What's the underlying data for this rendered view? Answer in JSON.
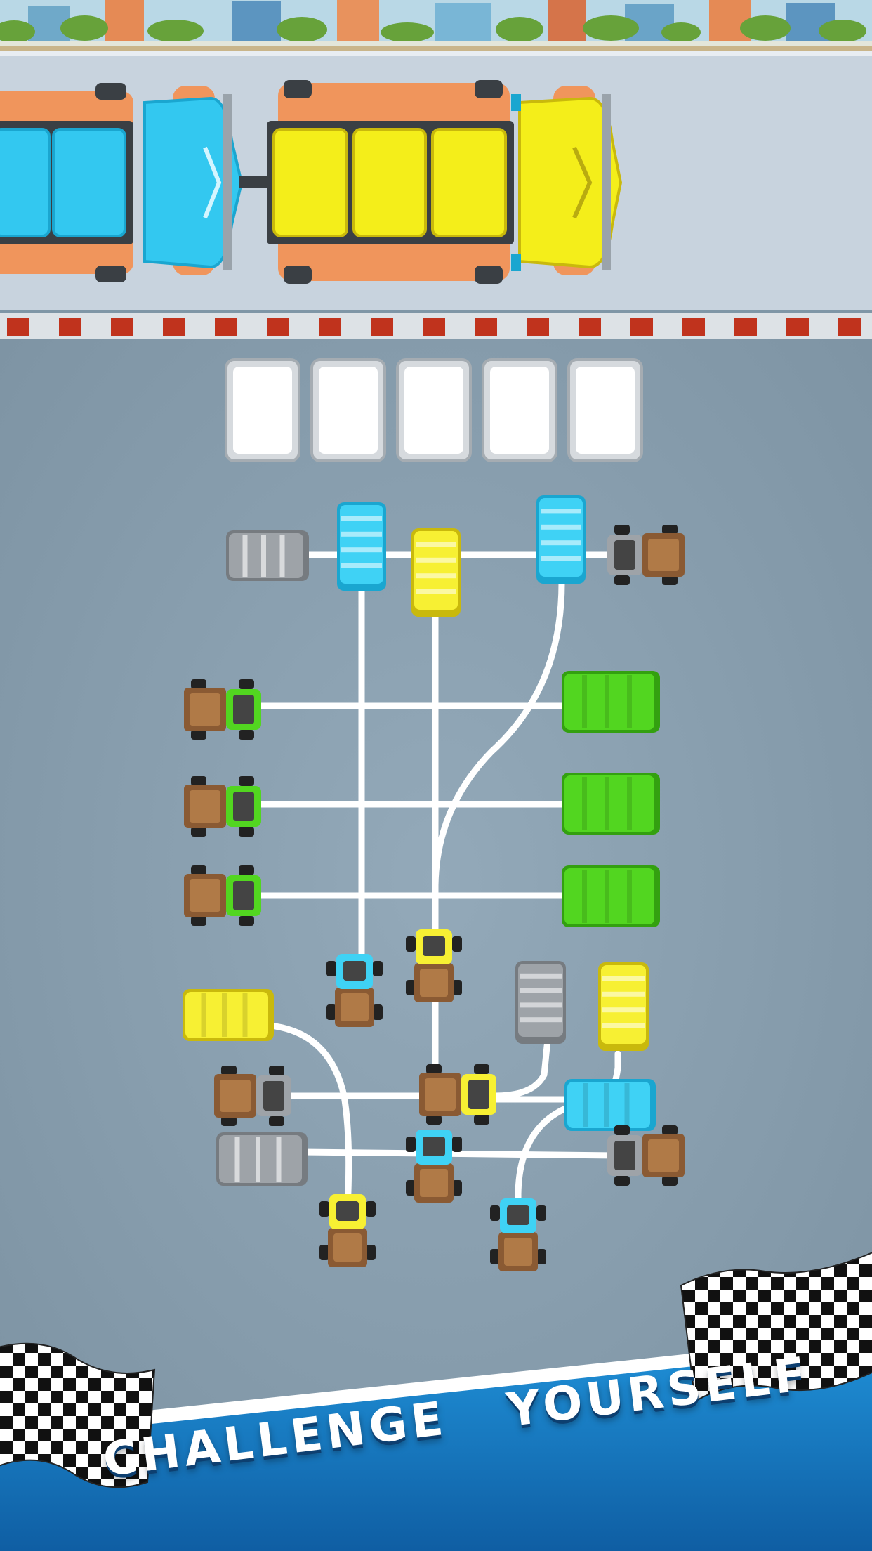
{
  "banner": {
    "text": "CHALLENGE   YOURSELF"
  },
  "palette": {
    "asphalt": "#8ea4b4",
    "road": "#c5d0db",
    "train_frame": "#f0955c",
    "train_blue": "#33c8f0",
    "train_yellow": "#f4ee1a",
    "wire": "#ffffff",
    "bus_cyan": "#3fd2f5",
    "bus_yellow": "#f7f033",
    "bus_green": "#52d620",
    "bus_gray": "#9ea3a8",
    "banner_blue": "#1a86cc",
    "curb_red": "#c0331d"
  },
  "train_cars": [
    {
      "color": "blue",
      "windows": 2
    },
    {
      "color": "yellow",
      "windows": 3
    }
  ],
  "queue_slots": 5,
  "slots_filled": 0
}
